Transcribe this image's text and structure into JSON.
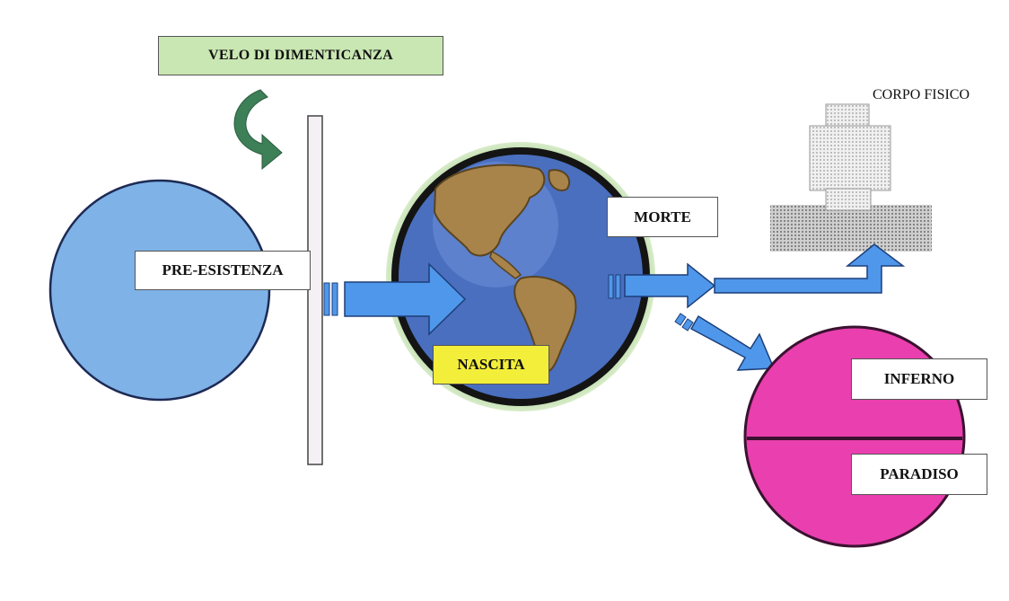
{
  "labels": {
    "velo": "VELO DI  DIMENTICANZA",
    "pre_esistenza": "PRE-ESISTENZA",
    "nascita": "NASCITA",
    "morte": "MORTE",
    "corpo_fisico": "CORPO FISICO",
    "inferno": "INFERNO",
    "paradiso": "PARADISO"
  },
  "colors": {
    "pre_existence_circle": "#7fb2e6",
    "veil_label_bg": "#c9e7b2",
    "veil_arrow": "#3d7f57",
    "arrow_blue": "#4f97ea",
    "birth_label_bg": "#f2ee3a",
    "afterlife_circle": "#ea3fae",
    "ocean": "#4a6fbf",
    "land": "#a8844a"
  },
  "icons": {
    "veil_arrow": "curved-arrow-icon",
    "earth": "globe-icon",
    "body": "physical-body-icon"
  }
}
